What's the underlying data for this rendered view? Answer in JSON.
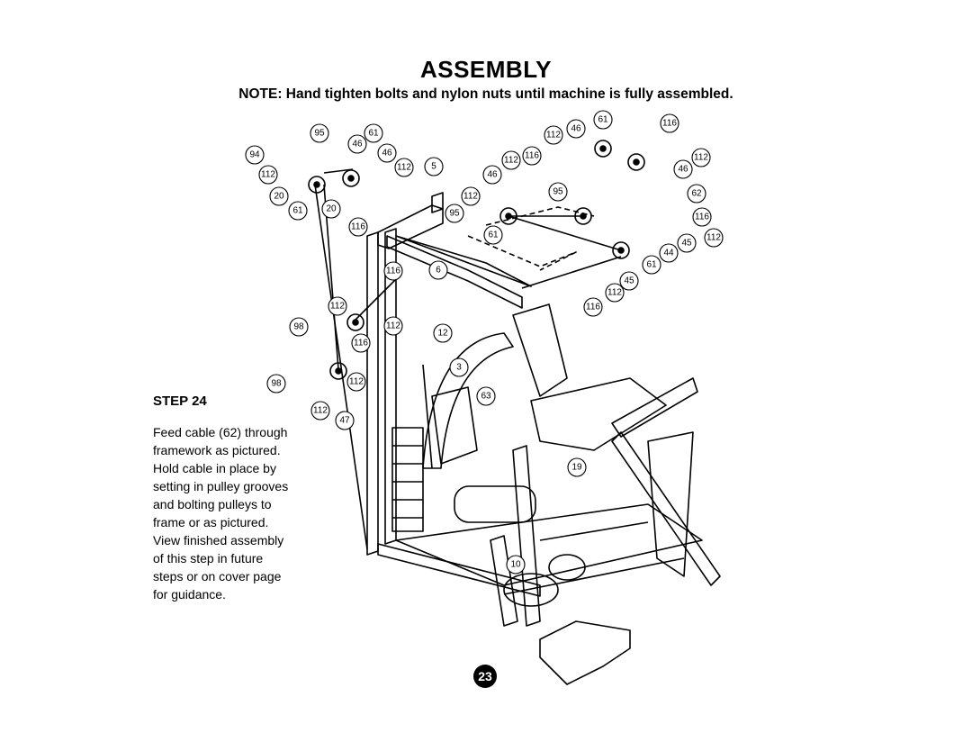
{
  "header": {
    "title": "ASSEMBLY",
    "note": "NOTE:  Hand tighten bolts and nylon nuts until machine is fully assembled."
  },
  "step": {
    "title": "STEP 24",
    "lines": [
      "Feed cable (62) through",
      "framework as pictured.",
      "Hold cable in place by",
      "setting in pulley grooves",
      "and bolting pulleys to",
      "frame or as pictured.",
      "View finished assembly",
      "of this step in future",
      "steps or on cover page",
      "for guidance."
    ]
  },
  "part_labels": [
    "95",
    "61",
    "94",
    "46",
    "46",
    "112",
    "112",
    "5",
    "20",
    "61",
    "20",
    "116",
    "112",
    "46",
    "61",
    "116",
    "112",
    "116",
    "112",
    "46",
    "112",
    "95",
    "46",
    "62",
    "95",
    "116",
    "61",
    "44",
    "45",
    "112",
    "61",
    "45",
    "112",
    "116",
    "116",
    "6",
    "112",
    "98",
    "112",
    "116",
    "12",
    "3",
    "98",
    "112",
    "112",
    "63",
    "47",
    "19",
    "10"
  ],
  "page_number": "23"
}
